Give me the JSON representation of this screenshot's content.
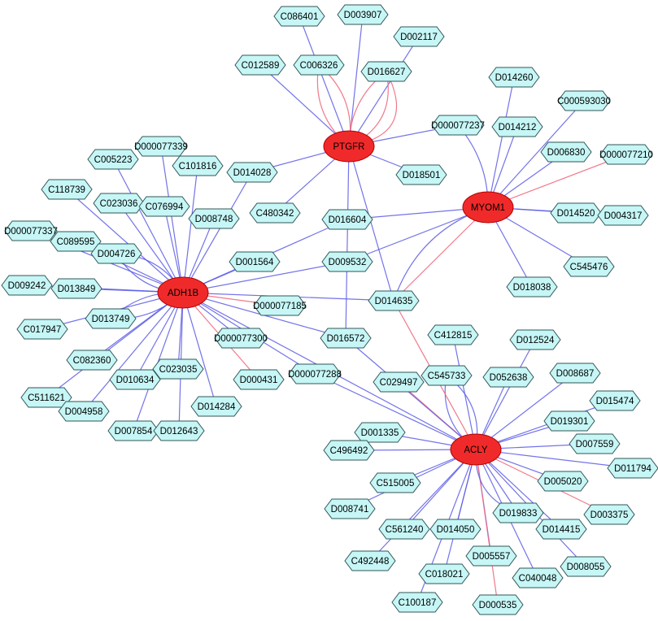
{
  "colors": {
    "hub": "#f02a2a",
    "leaf": "#c6f6f6",
    "edge_blue": "#5a5ae6",
    "edge_red": "#ef6a7e"
  },
  "hubs": [
    {
      "id": "PTGFR"
    },
    {
      "id": "MYOM1"
    },
    {
      "id": "ADH1B"
    },
    {
      "id": "ACLY"
    }
  ],
  "leaves": [
    {
      "id": "C086401"
    },
    {
      "id": "D003907"
    },
    {
      "id": "D002117"
    },
    {
      "id": "C012589"
    },
    {
      "id": "C006326"
    },
    {
      "id": "D016627"
    },
    {
      "id": "D014260"
    },
    {
      "id": "C000593030"
    },
    {
      "id": "D000077237"
    },
    {
      "id": "D014212"
    },
    {
      "id": "D006830"
    },
    {
      "id": "D000077210"
    },
    {
      "id": "D018501"
    },
    {
      "id": "D014028"
    },
    {
      "id": "D014520"
    },
    {
      "id": "D004317"
    },
    {
      "id": "C545476"
    },
    {
      "id": "D018038"
    },
    {
      "id": "D000077339"
    },
    {
      "id": "C005223"
    },
    {
      "id": "C101816"
    },
    {
      "id": "C118739"
    },
    {
      "id": "C023036"
    },
    {
      "id": "C076994"
    },
    {
      "id": "D008748"
    },
    {
      "id": "C480342"
    },
    {
      "id": "D016604"
    },
    {
      "id": "D000077337"
    },
    {
      "id": "C089595"
    },
    {
      "id": "D004726"
    },
    {
      "id": "D001564"
    },
    {
      "id": "D009532"
    },
    {
      "id": "D009242"
    },
    {
      "id": "D013849"
    },
    {
      "id": "D014635"
    },
    {
      "id": "D000077185"
    },
    {
      "id": "C017947"
    },
    {
      "id": "D013749"
    },
    {
      "id": "D000077300"
    },
    {
      "id": "D016572"
    },
    {
      "id": "C082360"
    },
    {
      "id": "C511621"
    },
    {
      "id": "C023035"
    },
    {
      "id": "D010634"
    },
    {
      "id": "D000431"
    },
    {
      "id": "D000077288"
    },
    {
      "id": "D004958"
    },
    {
      "id": "D014284"
    },
    {
      "id": "D007854"
    },
    {
      "id": "D012643"
    },
    {
      "id": "C412815"
    },
    {
      "id": "D012524"
    },
    {
      "id": "C545733"
    },
    {
      "id": "D052638"
    },
    {
      "id": "D008687"
    },
    {
      "id": "C029497"
    },
    {
      "id": "D015474"
    },
    {
      "id": "D019301"
    },
    {
      "id": "D001335"
    },
    {
      "id": "C496492"
    },
    {
      "id": "D007559"
    },
    {
      "id": "D011794"
    },
    {
      "id": "C515005"
    },
    {
      "id": "D005020"
    },
    {
      "id": "D003375"
    },
    {
      "id": "D008741"
    },
    {
      "id": "D019833"
    },
    {
      "id": "C561240"
    },
    {
      "id": "D014050"
    },
    {
      "id": "D014415"
    },
    {
      "id": "C492448"
    },
    {
      "id": "D005557"
    },
    {
      "id": "D008055"
    },
    {
      "id": "C018021"
    },
    {
      "id": "C040048"
    },
    {
      "id": "C100187"
    },
    {
      "id": "D000535"
    }
  ],
  "edges": [
    {
      "s": "PTGFR",
      "t": "C086401",
      "c": "b"
    },
    {
      "s": "PTGFR",
      "t": "D003907",
      "c": "b"
    },
    {
      "s": "PTGFR",
      "t": "D002117",
      "c": "b"
    },
    {
      "s": "PTGFR",
      "t": "C012589",
      "c": "b"
    },
    {
      "s": "PTGFR",
      "t": "C006326",
      "c": "r",
      "bend": 30
    },
    {
      "s": "PTGFR",
      "t": "C006326",
      "c": "r",
      "bend": -30
    },
    {
      "s": "PTGFR",
      "t": "D016627",
      "c": "r",
      "bend": 40
    },
    {
      "s": "PTGFR",
      "t": "D016627",
      "c": "r",
      "bend": -25
    },
    {
      "s": "PTGFR",
      "t": "D016627",
      "c": "r",
      "bend": 70
    },
    {
      "s": "PTGFR",
      "t": "D000077237",
      "c": "b"
    },
    {
      "s": "PTGFR",
      "t": "D018501",
      "c": "b"
    },
    {
      "s": "PTGFR",
      "t": "D014028",
      "c": "b"
    },
    {
      "s": "PTGFR",
      "t": "C480342",
      "c": "b"
    },
    {
      "s": "PTGFR",
      "t": "D016572",
      "c": "b"
    },
    {
      "s": "PTGFR",
      "t": "D014635",
      "c": "b"
    },
    {
      "s": "MYOM1",
      "t": "D014260",
      "c": "b"
    },
    {
      "s": "MYOM1",
      "t": "C000593030",
      "c": "b"
    },
    {
      "s": "MYOM1",
      "t": "D000077237",
      "c": "b",
      "bend": 20
    },
    {
      "s": "MYOM1",
      "t": "D014212",
      "c": "b"
    },
    {
      "s": "MYOM1",
      "t": "D006830",
      "c": "b"
    },
    {
      "s": "MYOM1",
      "t": "D000077210",
      "c": "r"
    },
    {
      "s": "MYOM1",
      "t": "D014520",
      "c": "b"
    },
    {
      "s": "MYOM1",
      "t": "D004317",
      "c": "b"
    },
    {
      "s": "MYOM1",
      "t": "C545476",
      "c": "b"
    },
    {
      "s": "MYOM1",
      "t": "D018038",
      "c": "b"
    },
    {
      "s": "MYOM1",
      "t": "D016604",
      "c": "b"
    },
    {
      "s": "MYOM1",
      "t": "D009532",
      "c": "b"
    },
    {
      "s": "MYOM1",
      "t": "D014635",
      "c": "r"
    },
    {
      "s": "MYOM1",
      "t": "D014635",
      "c": "b",
      "bend": 40
    },
    {
      "s": "ADH1B",
      "t": "D000077339",
      "c": "b"
    },
    {
      "s": "ADH1B",
      "t": "C005223",
      "c": "b"
    },
    {
      "s": "ADH1B",
      "t": "C101816",
      "c": "b"
    },
    {
      "s": "ADH1B",
      "t": "C118739",
      "c": "b"
    },
    {
      "s": "ADH1B",
      "t": "C023036",
      "c": "b"
    },
    {
      "s": "ADH1B",
      "t": "C076994",
      "c": "b"
    },
    {
      "s": "ADH1B",
      "t": "D008748",
      "c": "b"
    },
    {
      "s": "ADH1B",
      "t": "D014028",
      "c": "b"
    },
    {
      "s": "ADH1B",
      "t": "D016604",
      "c": "b"
    },
    {
      "s": "ADH1B",
      "t": "D000077337",
      "c": "b"
    },
    {
      "s": "ADH1B",
      "t": "C089595",
      "c": "b"
    },
    {
      "s": "ADH1B",
      "t": "D004726",
      "c": "b",
      "bend": 25
    },
    {
      "s": "ADH1B",
      "t": "D004726",
      "c": "b",
      "bend": -25
    },
    {
      "s": "ADH1B",
      "t": "D001564",
      "c": "b"
    },
    {
      "s": "ADH1B",
      "t": "D009532",
      "c": "b"
    },
    {
      "s": "ADH1B",
      "t": "D009242",
      "c": "b"
    },
    {
      "s": "ADH1B",
      "t": "D013849",
      "c": "b"
    },
    {
      "s": "ADH1B",
      "t": "D014635",
      "c": "b"
    },
    {
      "s": "ADH1B",
      "t": "D000077185",
      "c": "r"
    },
    {
      "s": "ADH1B",
      "t": "C017947",
      "c": "b"
    },
    {
      "s": "ADH1B",
      "t": "D013749",
      "c": "b",
      "bend": 20
    },
    {
      "s": "ADH1B",
      "t": "D013749",
      "c": "b",
      "bend": -20
    },
    {
      "s": "ADH1B",
      "t": "D000077300",
      "c": "b"
    },
    {
      "s": "ADH1B",
      "t": "D016572",
      "c": "b"
    },
    {
      "s": "ADH1B",
      "t": "C082360",
      "c": "b"
    },
    {
      "s": "ADH1B",
      "t": "C511621",
      "c": "b"
    },
    {
      "s": "ADH1B",
      "t": "C023035",
      "c": "b"
    },
    {
      "s": "ADH1B",
      "t": "D010634",
      "c": "b"
    },
    {
      "s": "ADH1B",
      "t": "D000431",
      "c": "r"
    },
    {
      "s": "ADH1B",
      "t": "D000077288",
      "c": "b"
    },
    {
      "s": "ADH1B",
      "t": "D004958",
      "c": "b"
    },
    {
      "s": "ADH1B",
      "t": "D014284",
      "c": "b"
    },
    {
      "s": "ADH1B",
      "t": "D007854",
      "c": "b"
    },
    {
      "s": "ADH1B",
      "t": "D012643",
      "c": "b"
    },
    {
      "s": "ADH1B",
      "t": "ACLY",
      "c": "b"
    },
    {
      "s": "ACLY",
      "t": "C412815",
      "c": "b"
    },
    {
      "s": "ACLY",
      "t": "D012524",
      "c": "b"
    },
    {
      "s": "ACLY",
      "t": "C545733",
      "c": "b",
      "bend": 30
    },
    {
      "s": "ACLY",
      "t": "C545733",
      "c": "b",
      "bend": -30
    },
    {
      "s": "ACLY",
      "t": "D052638",
      "c": "b"
    },
    {
      "s": "ACLY",
      "t": "D008687",
      "c": "b"
    },
    {
      "s": "ACLY",
      "t": "C029497",
      "c": "r"
    },
    {
      "s": "ACLY",
      "t": "D015474",
      "c": "b"
    },
    {
      "s": "ACLY",
      "t": "D019301",
      "c": "b"
    },
    {
      "s": "ACLY",
      "t": "D001335",
      "c": "b"
    },
    {
      "s": "ACLY",
      "t": "C496492",
      "c": "b"
    },
    {
      "s": "ACLY",
      "t": "D007559",
      "c": "b"
    },
    {
      "s": "ACLY",
      "t": "D011794",
      "c": "b"
    },
    {
      "s": "ACLY",
      "t": "C515005",
      "c": "b"
    },
    {
      "s": "ACLY",
      "t": "D005020",
      "c": "b"
    },
    {
      "s": "ACLY",
      "t": "D003375",
      "c": "r"
    },
    {
      "s": "ACLY",
      "t": "D008741",
      "c": "b"
    },
    {
      "s": "ACLY",
      "t": "D019833",
      "c": "b"
    },
    {
      "s": "ACLY",
      "t": "C561240",
      "c": "b"
    },
    {
      "s": "ACLY",
      "t": "D014050",
      "c": "b"
    },
    {
      "s": "ACLY",
      "t": "D014415",
      "c": "b"
    },
    {
      "s": "ACLY",
      "t": "C492448",
      "c": "b"
    },
    {
      "s": "ACLY",
      "t": "D005557",
      "c": "b"
    },
    {
      "s": "ACLY",
      "t": "D008055",
      "c": "b"
    },
    {
      "s": "ACLY",
      "t": "C018021",
      "c": "b"
    },
    {
      "s": "ACLY",
      "t": "C040048",
      "c": "b"
    },
    {
      "s": "ACLY",
      "t": "C100187",
      "c": "b"
    },
    {
      "s": "ACLY",
      "t": "D000535",
      "c": "r"
    },
    {
      "s": "ACLY",
      "t": "D014635",
      "c": "r"
    },
    {
      "s": "ACLY",
      "t": "D016572",
      "c": "b"
    },
    {
      "s": "ACLY",
      "t": "D000077288",
      "c": "b"
    },
    {
      "s": "ACLY",
      "t": "D019833",
      "c": "b",
      "bend": 35
    }
  ]
}
